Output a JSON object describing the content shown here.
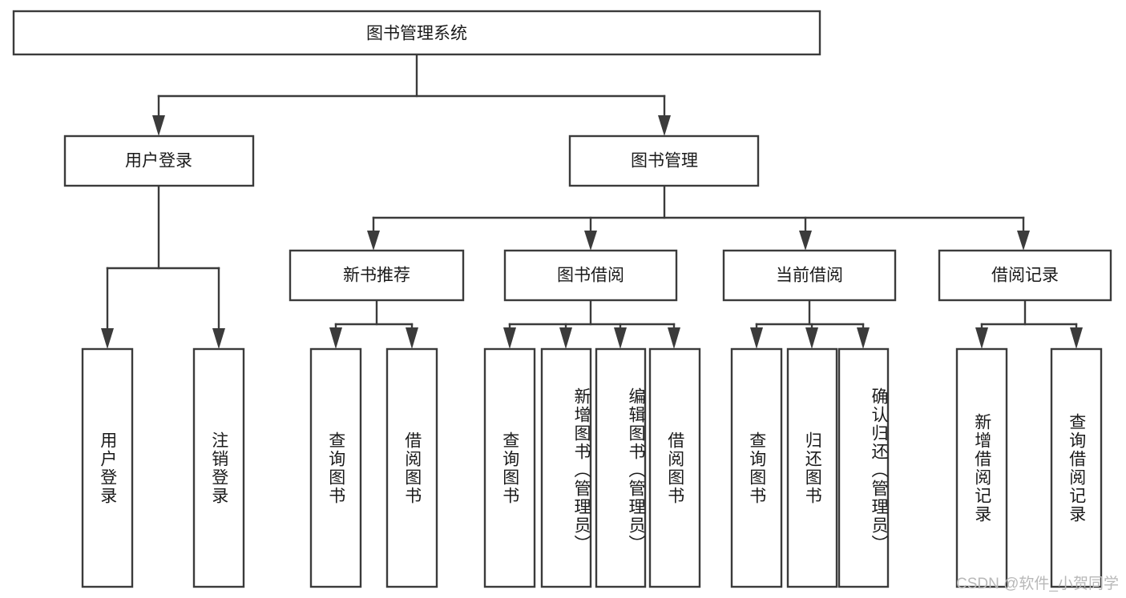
{
  "diagram": {
    "title": "图书管理系统",
    "type": "tree",
    "root": {
      "id": "root",
      "label": "图书管理系统"
    },
    "level2": [
      {
        "id": "user-login",
        "label": "用户登录"
      },
      {
        "id": "book-manage",
        "label": "图书管理"
      }
    ],
    "level3": [
      {
        "id": "new-book-recommend",
        "label": "新书推荐",
        "parent": "book-manage"
      },
      {
        "id": "book-borrow",
        "label": "图书借阅",
        "parent": "book-manage"
      },
      {
        "id": "current-borrow",
        "label": "当前借阅",
        "parent": "book-manage"
      },
      {
        "id": "borrow-record",
        "label": "借阅记录",
        "parent": "book-manage"
      }
    ],
    "leaves": [
      {
        "id": "leaf-user-login",
        "label": "用户登录",
        "parent": "user-login"
      },
      {
        "id": "leaf-user-logout",
        "label": "注销登录",
        "parent": "user-login"
      },
      {
        "id": "leaf-query-book-1",
        "label": "查询图书",
        "parent": "new-book-recommend"
      },
      {
        "id": "leaf-borrow-book-1",
        "label": "借阅图书",
        "parent": "new-book-recommend"
      },
      {
        "id": "leaf-query-book-2",
        "label": "查询图书",
        "parent": "book-borrow"
      },
      {
        "id": "leaf-add-book",
        "label": "新增图书（管理员）",
        "parent": "book-borrow"
      },
      {
        "id": "leaf-edit-book",
        "label": "编辑图书（管理员）",
        "parent": "book-borrow"
      },
      {
        "id": "leaf-borrow-book-2",
        "label": "借阅图书",
        "parent": "book-borrow"
      },
      {
        "id": "leaf-query-book-3",
        "label": "查询图书",
        "parent": "current-borrow"
      },
      {
        "id": "leaf-return-book",
        "label": "归还图书",
        "parent": "current-borrow"
      },
      {
        "id": "leaf-confirm-return",
        "label": "确认归还（管理员）",
        "parent": "current-borrow"
      },
      {
        "id": "leaf-add-record",
        "label": "新增借阅记录",
        "parent": "borrow-record"
      },
      {
        "id": "leaf-query-record",
        "label": "查询借阅记录",
        "parent": "borrow-record"
      }
    ],
    "colors": {
      "box_stroke": "#3b3b3b",
      "box_fill": "#ffffff",
      "text": "#1a1a1a",
      "watermark": "#b8b8b8",
      "background": "#ffffff"
    }
  },
  "watermark": {
    "text": "CSDN @软件_小贺同学"
  }
}
